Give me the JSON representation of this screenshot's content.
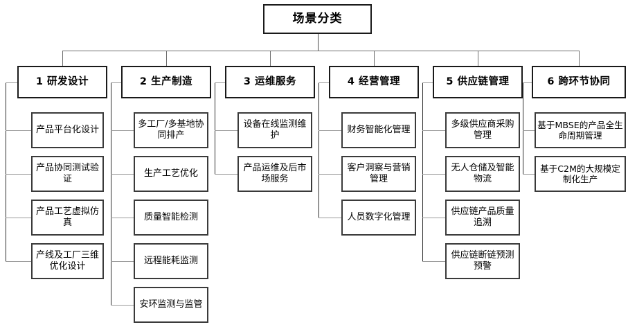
{
  "diagram": {
    "type": "tree",
    "root": {
      "label": "场景分类"
    },
    "colors": {
      "box_border": "#1a1a1a",
      "leaf_border": "#3a3a3a",
      "line": "#6d6d6d",
      "background": "#ffffff",
      "text": "#000000"
    },
    "columns": [
      {
        "id": 1,
        "number": "1",
        "header": "1 研发设计",
        "items": [
          "产品平台化设计",
          "产品协同测试验证",
          "产品工艺虚拟仿真",
          "产线及工厂三维优化设计"
        ]
      },
      {
        "id": 2,
        "number": "2",
        "header": "2 生产制造",
        "items": [
          "多工厂/多基地协同排产",
          "生产工艺优化",
          "质量智能检测",
          "远程能耗监测",
          "安环监测与监管"
        ]
      },
      {
        "id": 3,
        "number": "3",
        "header": "3 运维服务",
        "items": [
          "设备在线监测维护",
          "产品运维及后市场服务"
        ]
      },
      {
        "id": 4,
        "number": "4",
        "header": "4 经营管理",
        "items": [
          "财务智能化管理",
          "客户洞察与营销管理",
          "人员数字化管理"
        ]
      },
      {
        "id": 5,
        "number": "5",
        "header": "5 供应链管理",
        "items": [
          "多级供应商采购管理",
          "无人仓储及智能物流",
          "供应链产品质量追溯",
          "供应链断链预测预警"
        ]
      },
      {
        "id": 6,
        "number": "6",
        "header": "6 跨环节协同",
        "items": [
          "基于MBSE的产品全生命周期管理",
          "基于C2M的大规模定制化生产"
        ]
      }
    ]
  }
}
